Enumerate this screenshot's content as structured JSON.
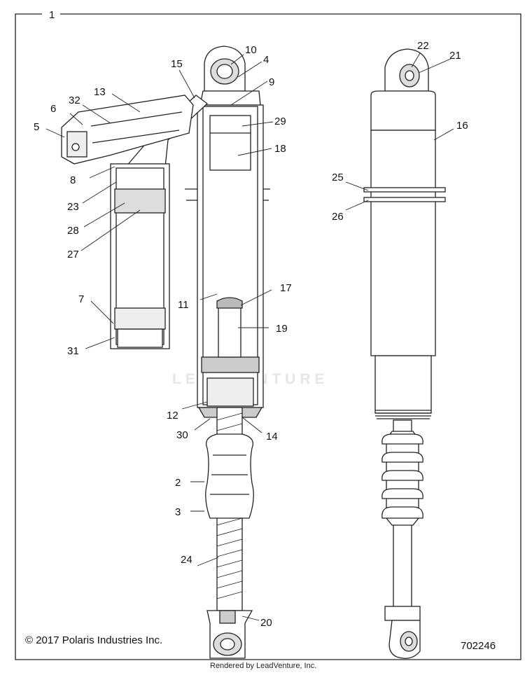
{
  "figure": {
    "view_number": "1",
    "copyright": "© 2017 Polaris Industries Inc.",
    "part_number": "702246",
    "rendered_by": "Rendered by LeadVenture, Inc.",
    "watermark": "LEADVENTURE"
  },
  "callouts": [
    "2",
    "3",
    "4",
    "5",
    "6",
    "7",
    "8",
    "9",
    "10",
    "11",
    "12",
    "13",
    "14",
    "15",
    "16",
    "17",
    "18",
    "19",
    "20",
    "21",
    "22",
    "23",
    "24",
    "25",
    "26",
    "27",
    "28",
    "29",
    "30",
    "31",
    "32"
  ]
}
